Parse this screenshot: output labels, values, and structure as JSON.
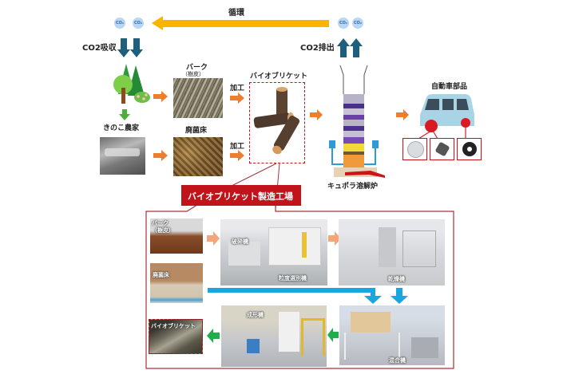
{
  "cycle": {
    "label": "循環",
    "co2_token": "CO₂",
    "absorb_label": "CO2吸収",
    "emit_label": "CO2排出"
  },
  "sources": {
    "forest_icon": "tree-forest-icon",
    "bark_label": "バーク",
    "bark_sub": "（樹皮）",
    "mushroom_farm_label": "きのこ農家",
    "spent_bed_label": "廃菌床"
  },
  "process": {
    "process_label_1": "加工",
    "process_label_2": "加工",
    "briquette_label": "バイオブリケット",
    "cupola_label": "キュポラ溶解炉",
    "auto_parts_label": "自動車部品"
  },
  "factory": {
    "title": "バイオブリケット製造工場",
    "steps": {
      "bark": "バーク\n（樹皮）",
      "spent_bed": "廃菌床",
      "crusher": "破砕機",
      "sorter": "粒度選別機",
      "dryer": "乾燥機",
      "mixer": "混合機",
      "former": "成形機",
      "output": "バイオブリケット"
    }
  },
  "colors": {
    "cycle_arrow": "#f7b500",
    "co2_arrow": "#1f5f7e",
    "flow_arrow": "#f07d2c",
    "green_arrow": "#4caf3a",
    "factory_red": "#c0141a",
    "factory_border": "#a8323a",
    "blue_flow": "#1aa6e0",
    "green_flow": "#1fae4b",
    "peach_arrow": "#f5a57a"
  }
}
